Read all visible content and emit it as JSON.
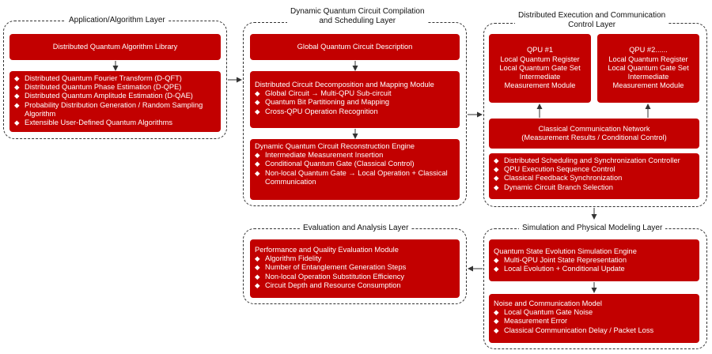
{
  "app_layer": {
    "title": "Application/Algorithm Layer",
    "library": "Distributed Quantum Algorithm Library",
    "items": [
      "Distributed Quantum Fourier Transform (D-QFT)",
      "Distributed Quantum Phase Estimation (D-QPE)",
      "Distributed Quantum Amplitude Estimation (D-QAE)",
      "Probability Distribution Generation / Random Sampling Algorithm",
      "Extensible User-Defined Quantum Algorithms"
    ]
  },
  "compile_layer": {
    "title_line1": "Dynamic Quantum Circuit Compilation",
    "title_line2": "and Scheduling Layer",
    "global_desc": "Global Quantum Circuit Description",
    "decomp": {
      "head": "Distributed Circuit Decomposition and Mapping Module",
      "items": [
        "Global Circuit → Multi-QPU Sub-circuit",
        "Quantum Bit Partitioning and Mapping",
        "Cross-QPU Operation Recognition"
      ]
    },
    "recon": {
      "head": "Dynamic Quantum Circuit Reconstruction Engine",
      "items": [
        "Intermediate Measurement Insertion",
        "Conditional Quantum Gate (Classical Control)",
        "Non-local Quantum Gate → Local Operation + Classical Communication"
      ]
    }
  },
  "exec_layer": {
    "title_line1": "Distributed Execution and Communication",
    "title_line2": "Control Layer",
    "qpu1": [
      "QPU #1",
      "Local Quantum Register",
      "Local Quantum Gate Set",
      "Intermediate",
      "Measurement Module"
    ],
    "qpu2": [
      "QPU #2......",
      "Local Quantum Register",
      "Local Quantum Gate Set",
      "Intermediate",
      "Measurement Module"
    ],
    "network_line1": "Classical Communication Network",
    "network_line2": "(Measurement Results / Conditional Control)",
    "controller_items": [
      "Distributed Scheduling and Synchronization Controller",
      "QPU Execution Sequence Control",
      "Classical Feedback Synchronization",
      "Dynamic Circuit Branch Selection"
    ]
  },
  "sim_layer": {
    "title": "Simulation and Physical Modeling Layer",
    "engine": {
      "head": "Quantum State Evolution Simulation Engine",
      "items": [
        "Multi-QPU Joint State Representation",
        "Local Evolution + Conditional Update"
      ]
    },
    "noise": {
      "head": "Noise and Communication Model",
      "items": [
        "Local Quantum Gate Noise",
        "Measurement Error",
        "Classical Communication Delay / Packet Loss"
      ]
    }
  },
  "eval_layer": {
    "title": "Evaluation and Analysis Layer",
    "module": {
      "head": "Performance and Quality Evaluation Module",
      "items": [
        "Algorithm Fidelity",
        "Number of Entanglement Generation Steps",
        "Non-local Operation Substitution Efficiency",
        "Circuit Depth and Resource Consumption"
      ]
    }
  },
  "colors": {
    "box_fill": "#c20000",
    "text": "#ffffff",
    "border": "#333333"
  }
}
